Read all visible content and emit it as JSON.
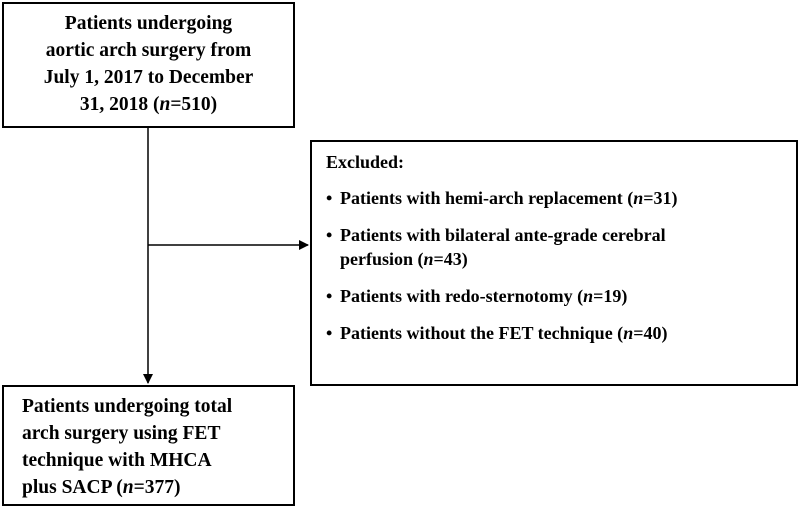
{
  "top_box": {
    "lines": [
      "Patients undergoing",
      "aortic arch surgery from",
      "July 1, 2017 to December"
    ],
    "last_line_prefix": "31, 2018 (",
    "last_line_n": "n",
    "last_line_suffix": "=510)"
  },
  "excluded_box": {
    "title": "Excluded:",
    "bullet_glyph": "•",
    "items": [
      {
        "text": "Patients with hemi-arch replacement (",
        "n": "n",
        "value": "=31)"
      },
      {
        "text_line1": "Patients with bilateral ante-grade cerebral",
        "text_line2": "perfusion (",
        "n": "n",
        "value": "=43)"
      },
      {
        "text": "Patients with redo-sternotomy (",
        "n": "n",
        "value": "=19)"
      },
      {
        "text": "Patients without the FET technique (",
        "n": "n",
        "value": "=40)"
      }
    ]
  },
  "bottom_box": {
    "lines": [
      "Patients undergoing total",
      "arch surgery using FET",
      "technique with MHCA"
    ],
    "last_line_prefix": "plus SACP (",
    "last_line_n": "n",
    "last_line_suffix": "=377)"
  }
}
